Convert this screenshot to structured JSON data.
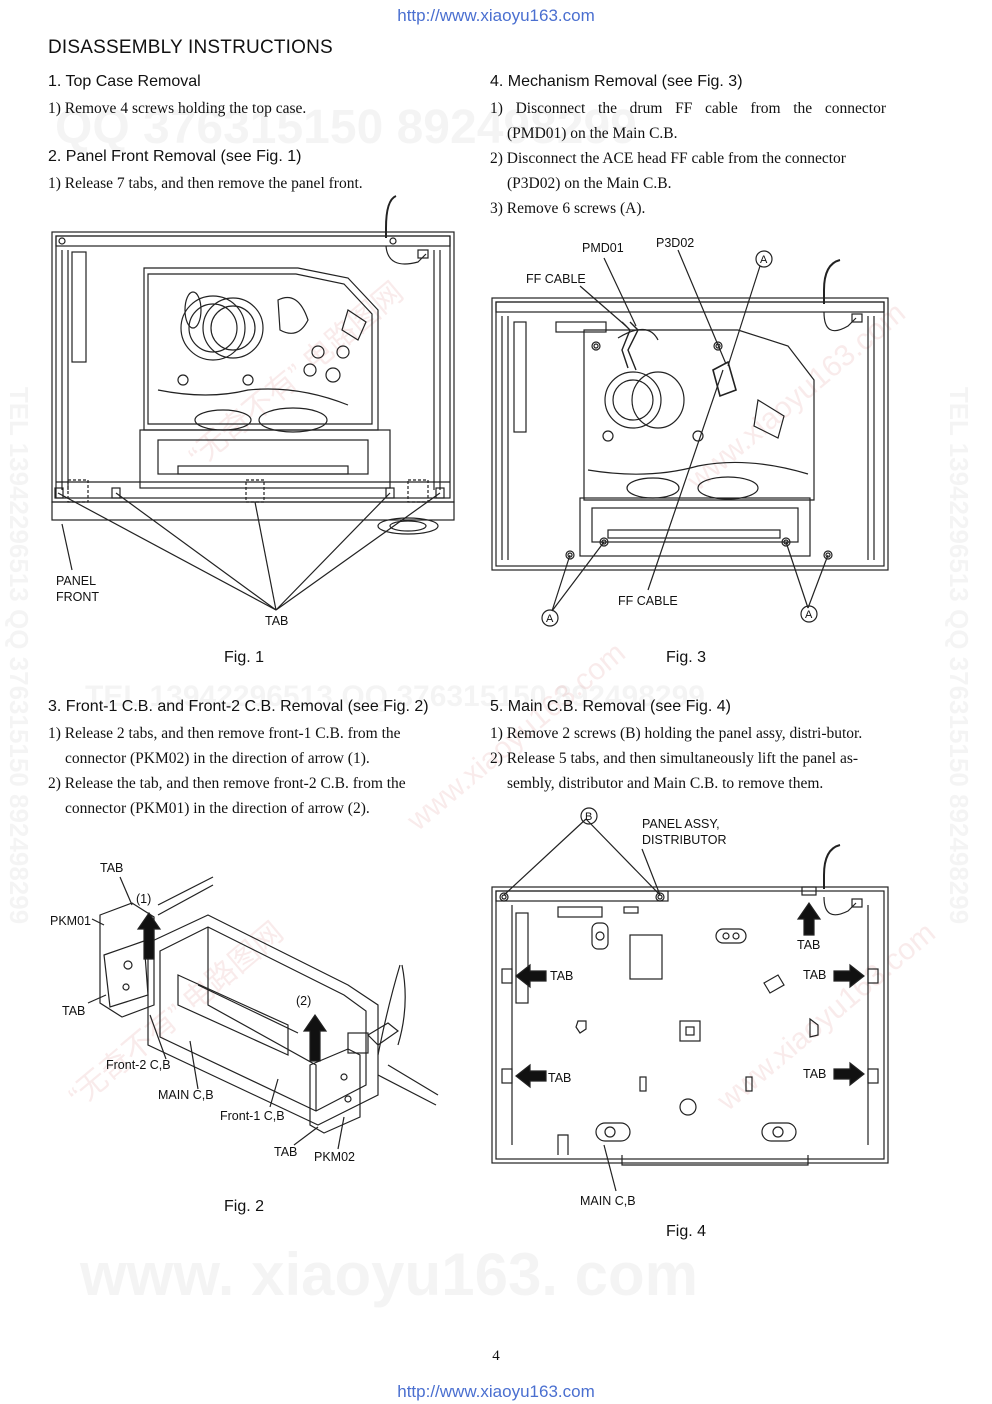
{
  "header_url": "http://www.xiaoyu163.com",
  "footer_url": "http://www.xiaoyu163.com",
  "title": "DISASSEMBLY INSTRUCTIONS",
  "page_number": "4",
  "watermarks": {
    "qq_top": "QQ 376315150  892498299",
    "tel_side_left": "TEL 13942296513  QQ 376315150  892498299",
    "tel_side_right": "TEL 13942296513  QQ 376315150  892498299",
    "mid_row": "TEL 13942296513  QQ 376315150  892498299",
    "bottom": "www. xiaoyu163. com",
    "diag1": "“无奇不有” 电路图网",
    "diag2": "www.xiaoyu163.com"
  },
  "sections": {
    "s1": {
      "heading": "1. Top Case Removal",
      "steps": [
        "1) Remove 4 screws holding the top case."
      ]
    },
    "s2": {
      "heading": "2. Panel Front Removal (see Fig. 1)",
      "steps": [
        "1) Release 7 tabs, and then remove the panel front."
      ]
    },
    "s3": {
      "heading": "3. Front-1 C.B. and Front-2 C.B. Removal (see Fig. 2)",
      "step1_a": "1) Release 2 tabs, and then remove front-1 C.B. from the",
      "step1_b": "connector (PKM02) in the direction of arrow (1).",
      "step2_a": "2) Release the tab, and then remove front-2 C.B. from the",
      "step2_b": "connector (PKM01) in the direction of arrow (2)."
    },
    "s4": {
      "heading": "4. Mechanism Removal (see Fig. 3)",
      "step1_a": "1) Disconnect the drum FF cable from the connector",
      "step1_b": "(PMD01) on the Main C.B.",
      "step2_a": "2) Disconnect the ACE head FF cable from the connector",
      "step2_b": "(P3D02) on the Main C.B.",
      "step3": "3) Remove 6 screws (A)."
    },
    "s5": {
      "heading": "5. Main C.B. Removal (see Fig. 4)",
      "step1": "1) Remove 2 screws (B) holding the panel assy, distri-butor.",
      "step2_a": "2) Release 5 tabs, and then simultaneously lift the panel as-",
      "step2_b": "sembly, distributor and Main C.B. to remove them."
    }
  },
  "figures": {
    "fig1": {
      "caption": "Fig. 1",
      "labels": {
        "panel_front_1": "PANEL",
        "panel_front_2": "FRONT",
        "tab": "TAB"
      }
    },
    "fig2": {
      "caption": "Fig. 2",
      "labels": {
        "tab_top": "TAB",
        "arrow1": "(1)",
        "pkm01": "PKM01",
        "tab_left": "TAB",
        "arrow2": "(2)",
        "front2": "Front-2 C,B",
        "main": "MAIN C,B",
        "front1": "Front-1 C,B",
        "tab_bottom": "TAB",
        "pkm02": "PKM02"
      }
    },
    "fig3": {
      "caption": "Fig. 3",
      "labels": {
        "pmd01": "PMD01",
        "p3d02": "P3D02",
        "ff_cable_top": "FF CABLE",
        "ff_cable_bottom": "FF CABLE",
        "screw_a": "A"
      }
    },
    "fig4": {
      "caption": "Fig. 4",
      "labels": {
        "screw_b": "B",
        "panel_assy_1": "PANEL ASSY,",
        "panel_assy_2": "DISTRIBUTOR",
        "tab": "TAB",
        "main": "MAIN C,B"
      }
    }
  }
}
